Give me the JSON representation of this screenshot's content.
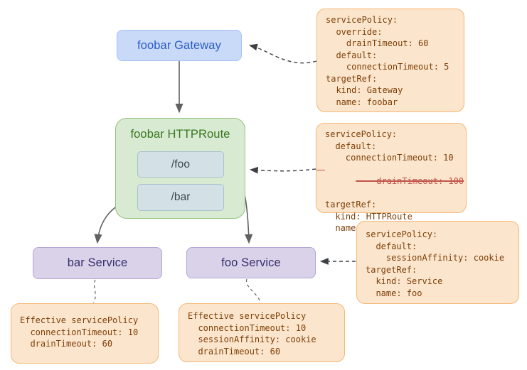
{
  "diagram": {
    "nodes": {
      "gateway": {
        "label": "foobar Gateway"
      },
      "httproute": {
        "label": "foobar HTTPRoute",
        "routes": [
          {
            "label": "/foo"
          },
          {
            "label": "/bar"
          }
        ]
      },
      "bar_service": {
        "label": "bar Service"
      },
      "foo_service": {
        "label": "foo Service"
      }
    },
    "annotations": {
      "gateway_policy": {
        "lines": [
          {
            "text": "servicePolicy:"
          },
          {
            "text": "  override:"
          },
          {
            "text": "    drainTimeout: 60"
          },
          {
            "text": "  default:"
          },
          {
            "text": "    connectionTimeout: 5"
          },
          {
            "text": "targetRef:"
          },
          {
            "text": "  kind: Gateway"
          },
          {
            "text": "  name: foobar"
          }
        ]
      },
      "httproute_policy": {
        "lines": [
          {
            "text": "servicePolicy:"
          },
          {
            "text": "  default:"
          },
          {
            "text": "    connectionTimeout: 10"
          },
          {
            "text": "    drainTimeout: 100",
            "struck": true
          },
          {
            "text": "targetRef:"
          },
          {
            "text": "  kind: HTTPRoute"
          },
          {
            "text": "  name: foobar"
          }
        ]
      },
      "foo_service_policy": {
        "lines": [
          {
            "text": "servicePolicy:"
          },
          {
            "text": "  default:"
          },
          {
            "text": "    sessionAffinity: cookie"
          },
          {
            "text": "targetRef:"
          },
          {
            "text": "  kind: Service"
          },
          {
            "text": "  name: foo"
          }
        ]
      },
      "bar_effective_policy": {
        "lines": [
          {
            "text": "Effective servicePolicy"
          },
          {
            "text": "  connectionTimeout: 10"
          },
          {
            "text": "  drainTimeout: 60"
          }
        ]
      },
      "foo_effective_policy": {
        "lines": [
          {
            "text": "Effective servicePolicy"
          },
          {
            "text": "  connectionTimeout: 10"
          },
          {
            "text": "  sessionAffinity: cookie"
          },
          {
            "text": "  drainTimeout: 60"
          }
        ]
      }
    },
    "colors": {
      "gateway_fill": "#c9daf8",
      "gateway_border": "#a4c2f4",
      "gateway_text": "#2b5cc5",
      "httproute_fill": "#d9ead3",
      "httproute_border": "#93c47d",
      "httproute_text": "#38761d",
      "path_fill": "#d3e1e7",
      "path_border": "#a7c2cf",
      "service_fill": "#d9d2e9",
      "service_border": "#b4a7d6",
      "service_text": "#38306b",
      "annotation_fill": "#fce5cd",
      "annotation_border": "#f4b877",
      "annotation_text": "#7c3f06",
      "struck_text": "#c0544a",
      "edge_solid": "#616161",
      "edge_dashed": "#3c4043"
    }
  }
}
